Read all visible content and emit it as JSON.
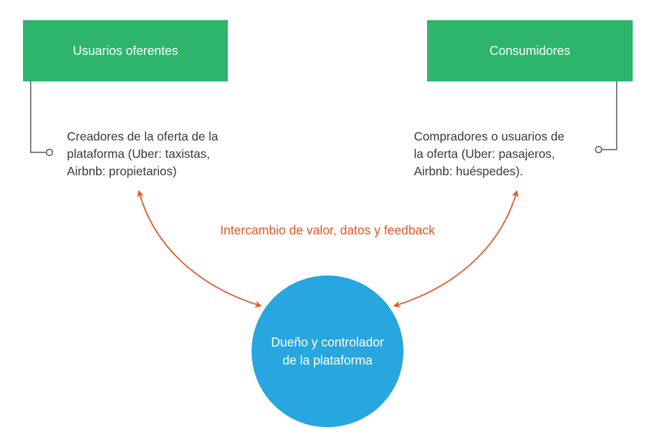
{
  "nodes": {
    "offerers": {
      "title": "Usuarios oferentes",
      "description": [
        "Creadores de la oferta de la",
        "plataforma (Uber: taxistas,",
        "Airbnb: propietarios)"
      ]
    },
    "consumers": {
      "title": "Consumidores",
      "description": [
        "Compradores o usuarios de",
        "la oferta (Uber: pasajeros,",
        "Airbnb: huéspedes)."
      ]
    },
    "owner": {
      "lines": [
        "Dueño y controlador",
        "de la plataforma"
      ]
    }
  },
  "exchange_label": "Intercambio de valor, datos y feedback",
  "colors": {
    "box": "#2db56b",
    "circle": "#27a6df",
    "arrow": "#e8552a",
    "connector": "#555555",
    "text": "#3a3a3a"
  }
}
